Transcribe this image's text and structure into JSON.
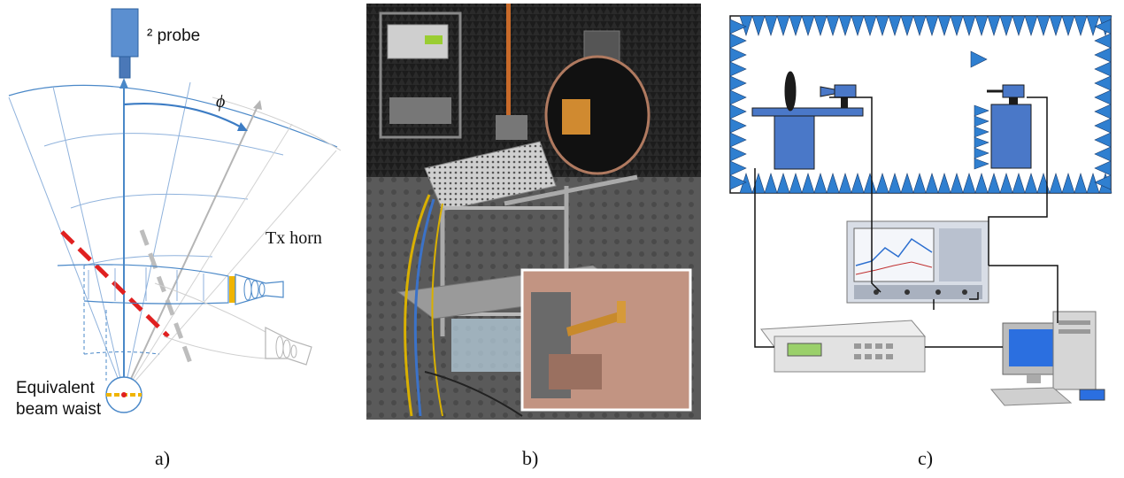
{
  "panel_a": {
    "probe_label": "² probe",
    "phi_label": "ϕ",
    "tx_horn_label": "Tx horn",
    "beam_waist_line1": "Equivalent",
    "beam_waist_line2": "beam waist",
    "caption": "a)"
  },
  "panel_b": {
    "caption": "b)"
  },
  "panel_c": {
    "caption": "c)"
  },
  "colors": {
    "blue": "#4a88c8",
    "dark_blue": "#2b5f9e",
    "red_dash": "#e02020",
    "grey": "#bdbdbd",
    "accent_orange": "#f0b400"
  }
}
